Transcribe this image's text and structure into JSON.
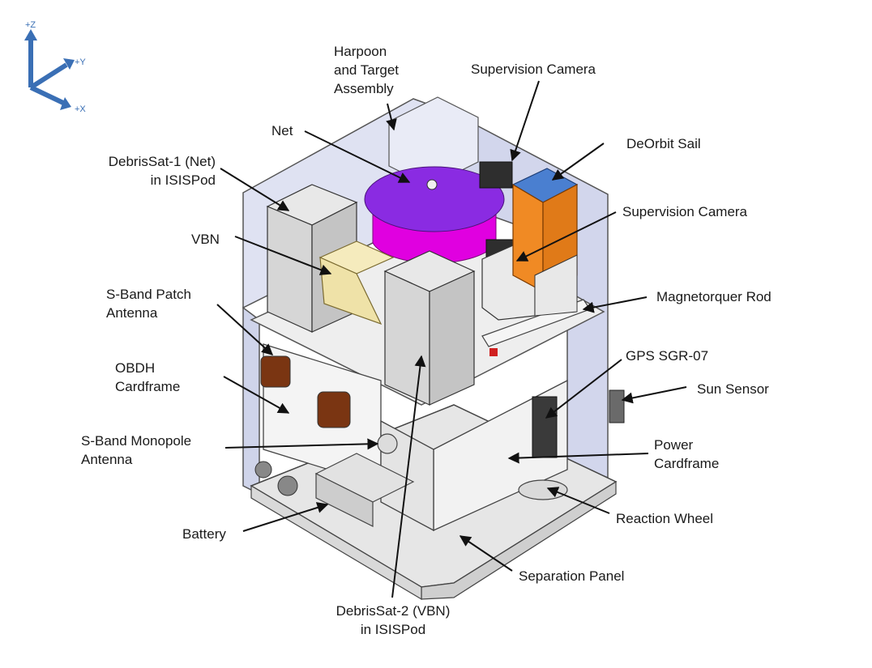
{
  "axes": {
    "z": "+Z",
    "y": "+Y",
    "x": "+X"
  },
  "labels": {
    "harpoon": [
      "Harpoon",
      "and Target",
      "Assembly"
    ],
    "supervision_camera_1": [
      "Supervision Camera"
    ],
    "net": [
      "Net"
    ],
    "deorbit_sail": [
      "DeOrbit Sail"
    ],
    "debrissat1": [
      "DebrisSat-1 (Net)",
      "in ISISPod"
    ],
    "supervision_camera_2": [
      "Supervision Camera"
    ],
    "vbn": [
      "VBN"
    ],
    "magnetorquer": [
      "Magnetorquer Rod"
    ],
    "sband_patch": [
      "S-Band Patch",
      "Antenna"
    ],
    "gps": [
      "GPS SGR-07"
    ],
    "obdh": [
      "OBDH",
      "Cardframe"
    ],
    "sun_sensor": [
      "Sun Sensor"
    ],
    "sband_monopole": [
      "S-Band Monopole",
      "Antenna"
    ],
    "power_cardframe": [
      "Power",
      "Cardframe"
    ],
    "reaction_wheel": [
      "Reaction Wheel"
    ],
    "battery": [
      "Battery"
    ],
    "separation_panel": [
      "Separation Panel"
    ],
    "debrissat2": [
      "DebrisSat-2 (VBN)",
      "in ISISPod"
    ]
  },
  "colors": {
    "axis": "#3a6fb5",
    "net_top": "#8a2be2",
    "net_side": "#e000e0",
    "sail_top": "#4a7fd0",
    "sail_side": "#f08a24",
    "vbn": "#efe2a8",
    "patch": "#7a3512",
    "frame": "#d4d8ee",
    "panel": "#f2f2f2"
  }
}
